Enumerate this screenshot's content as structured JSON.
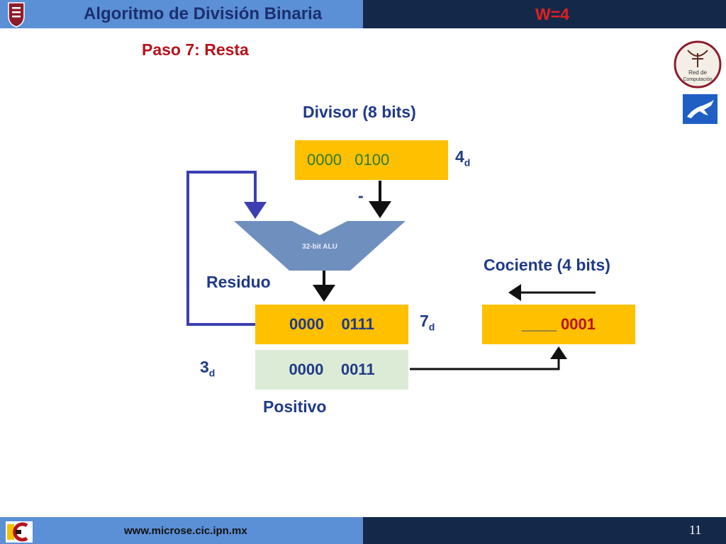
{
  "header": {
    "title": "Algoritmo de División Binaria",
    "word_size": "W=4"
  },
  "step": "Paso 7: Resta",
  "divisor": {
    "label": "Divisor  (8 bits)",
    "value": "0000   0100",
    "decimal": "4",
    "decimal_sub": "d",
    "minus": "-"
  },
  "alu": {
    "label": "32-bit ALU"
  },
  "residuo": {
    "label": "Residuo",
    "value": "0000    0111",
    "decimal": "7",
    "decimal_sub": "d"
  },
  "result": {
    "value": "0000    0011",
    "decimal": "3",
    "decimal_sub": "d",
    "sign_label": "Positivo"
  },
  "cociente": {
    "label": "Cociente (4 bits)",
    "blank": "____",
    "value": "0001"
  },
  "footer": {
    "url": "www.microse.cic.ipn.mx",
    "page": "11"
  },
  "logos": {
    "red": {
      "line1": "Red de",
      "line2": "Computación"
    }
  },
  "colors": {
    "header_blue": "#5b8fd6",
    "header_dark": "#14294a",
    "title_text": "#1b2f6e",
    "accent_red": "#e02020",
    "step_red": "#b8121b",
    "label_blue": "#1f3a87",
    "register_yellow": "#ffc000",
    "result_green": "#dcebd6",
    "divisor_text": "#2b7a2b",
    "alu_fill": "#6f8fbf",
    "feedback_line": "#3b3fb3"
  }
}
